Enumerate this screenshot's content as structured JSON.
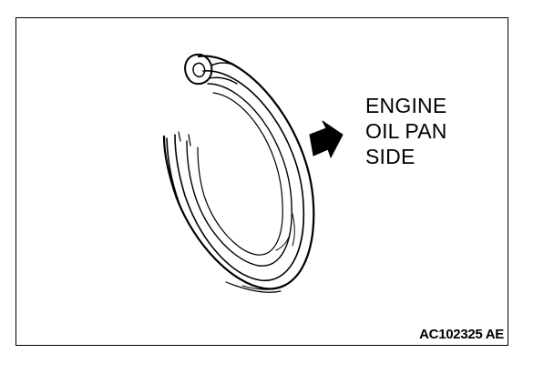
{
  "diagram": {
    "label_lines": [
      "ENGINE",
      "OIL PAN",
      "SIDE"
    ],
    "figure_code": "AC102325 AE",
    "arrow_icon": "arrow-right-icon",
    "part_icon": "oil-seal-ring-icon",
    "colors": {
      "line": "#000000",
      "background": "#ffffff"
    }
  }
}
